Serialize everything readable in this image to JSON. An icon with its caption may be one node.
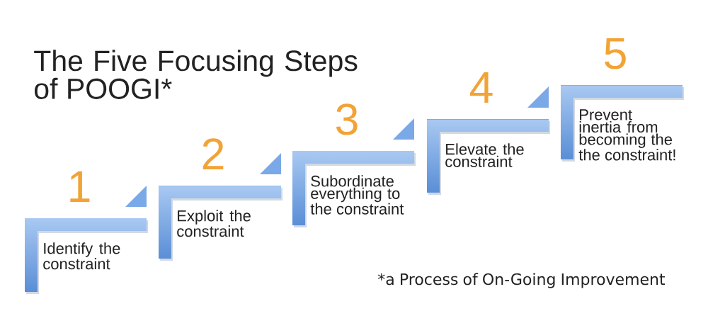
{
  "diagram": {
    "title": "The Five Focusing Steps of POOGI*",
    "nodes": [
      {
        "text": [
          "Identify the constraint"
        ],
        "beside": [
          "1"
        ]
      },
      {
        "text": [
          "Exploit the constraint"
        ],
        "beside": [
          "2"
        ]
      },
      {
        "text": [
          "Subordinate everything to the constraint"
        ],
        "beside": [
          "3"
        ]
      },
      {
        "text": [
          "Elevate the constraint"
        ],
        "beside": [
          "4"
        ]
      },
      {
        "text": [
          "Prevent inertia from becoming the the constraint!"
        ],
        "beside": [
          "5"
        ]
      }
    ],
    "labels": [
      "*a Process of On-Going Improvement"
    ]
  }
}
